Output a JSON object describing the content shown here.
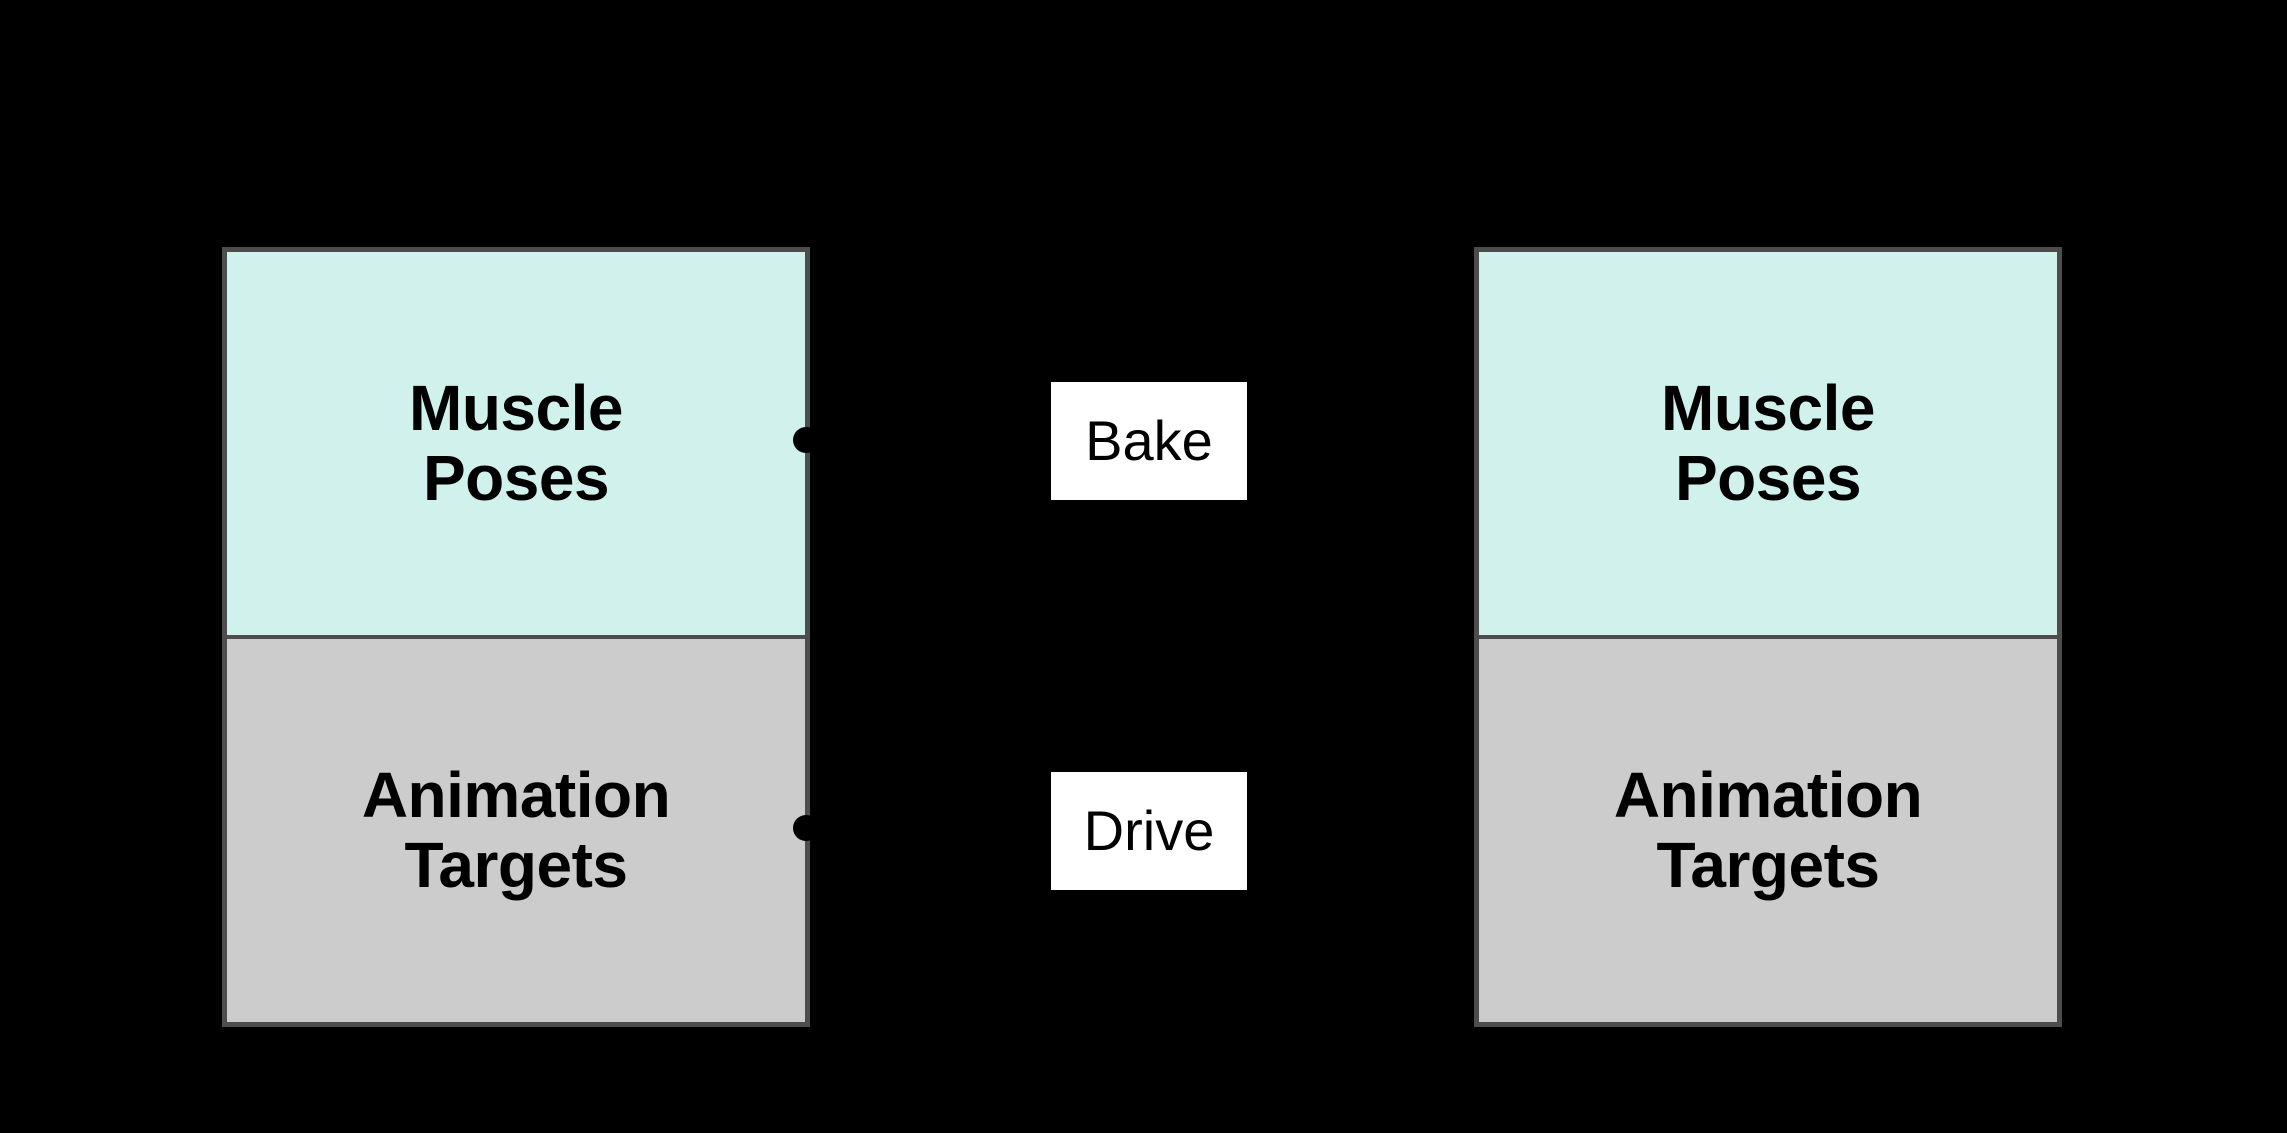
{
  "diagram": {
    "title": "Muscle Poses / Animation Targets bake and drive relationship",
    "background_color": "#000000",
    "nodes": [
      {
        "id": "source",
        "compartments": [
          {
            "id": "source-muscle-poses",
            "label": "Muscle\nPoses",
            "fill": "#d1f1ec"
          },
          {
            "id": "source-animation-targets",
            "label": "Animation\nTargets",
            "fill": "#cccccc"
          }
        ]
      },
      {
        "id": "target",
        "compartments": [
          {
            "id": "target-muscle-poses",
            "label": "Muscle\nPoses",
            "fill": "#d1f1ec"
          },
          {
            "id": "target-animation-targets",
            "label": "Animation\nTargets",
            "fill": "#cccccc"
          }
        ]
      }
    ],
    "edges": [
      {
        "id": "bake",
        "label": "Bake",
        "from": "source-muscle-poses",
        "to": "target-muscle-poses"
      },
      {
        "id": "drive",
        "label": "Drive",
        "from": "source-animation-targets",
        "to": "target-animation-targets"
      }
    ],
    "colors": {
      "muscle_fill": "#d1f1ec",
      "animation_fill": "#cccccc",
      "border": "#4d4d4d",
      "label_fill": "#ffffff",
      "text": "#000000",
      "background": "#000000"
    }
  }
}
